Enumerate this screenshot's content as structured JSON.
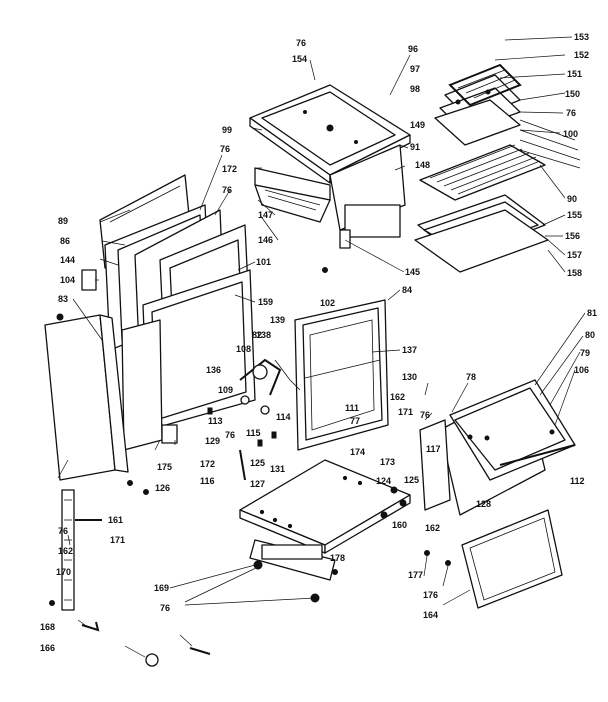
{
  "callouts": [
    "153",
    "76",
    "154",
    "96",
    "152",
    "97",
    "98",
    "151",
    "150",
    "76",
    "99",
    "149",
    "100",
    "91",
    "76",
    "172",
    "148",
    "90",
    "76",
    "147",
    "155",
    "89",
    "146",
    "156",
    "86",
    "101",
    "145",
    "157",
    "144",
    "158",
    "104",
    "102",
    "84",
    "159",
    "83",
    "139",
    "81",
    "82",
    "138",
    "80",
    "108",
    "137",
    "79",
    "136",
    "106",
    "130",
    "78",
    "109",
    "162",
    "111",
    "171",
    "76",
    "77",
    "113",
    "76",
    "114",
    "129",
    "115",
    "117",
    "125",
    "131",
    "128",
    "112",
    "173",
    "174",
    "175",
    "116",
    "172",
    "127",
    "126",
    "124",
    "125",
    "160",
    "162",
    "76",
    "161",
    "171",
    "162",
    "178",
    "170",
    "177",
    "169",
    "176",
    "76",
    "164",
    "168",
    "166"
  ]
}
